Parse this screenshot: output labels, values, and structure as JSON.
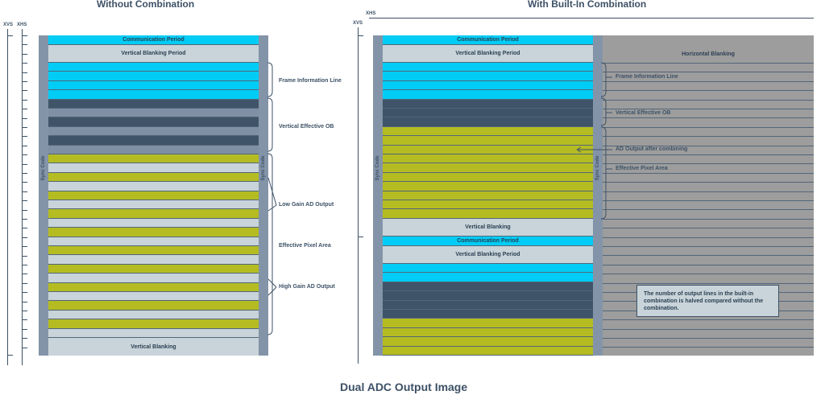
{
  "titles": {
    "left": "Without Combination",
    "right": "With Built-In Combination",
    "caption": "Dual ADC Output Image"
  },
  "signals": {
    "xvs": "XVS",
    "xhs": "XHS"
  },
  "sync_code": "Sync Code",
  "left": {
    "communication_period": "Communication Period",
    "vertical_blanking_period": "Vertical Blanking Period",
    "vertical_blanking": "Vertical Blanking",
    "labels": {
      "frame_info": "Frame Information Line",
      "vertical_ob": "Vertical Effective OB",
      "low_gain": "Low Gain AD Output",
      "effective_pixel": "Effective Pixel Area",
      "high_gain": "High Gain AD Output"
    }
  },
  "right": {
    "communication_period": "Communication Period",
    "vertical_blanking_period": "Vertical Blanking Period",
    "horizontal_blanking": "Horizontal Blanking",
    "vertical_blanking": "Vertical Blanking",
    "communication_period_2": "Communication Period",
    "vertical_blanking_period_2": "Vertical Blanking Period",
    "labels": {
      "frame_info": "Frame Information Line",
      "vertical_ob": "Vertical Effective OB",
      "ad_combined": "AD Output after combining",
      "effective_pixel": "Effective Pixel Area"
    },
    "note": "The number of output lines in the built-in combination is halved compared without the combination."
  },
  "colors": {
    "cyan": "#00ccf5",
    "light_gray": "#c8d4d9",
    "dark_slate": "#3f5468",
    "mid_slate": "#7f8fa4",
    "olive": "#b5bc22",
    "blanking_gray": "#9d9d9d",
    "text": "#3d5166"
  }
}
